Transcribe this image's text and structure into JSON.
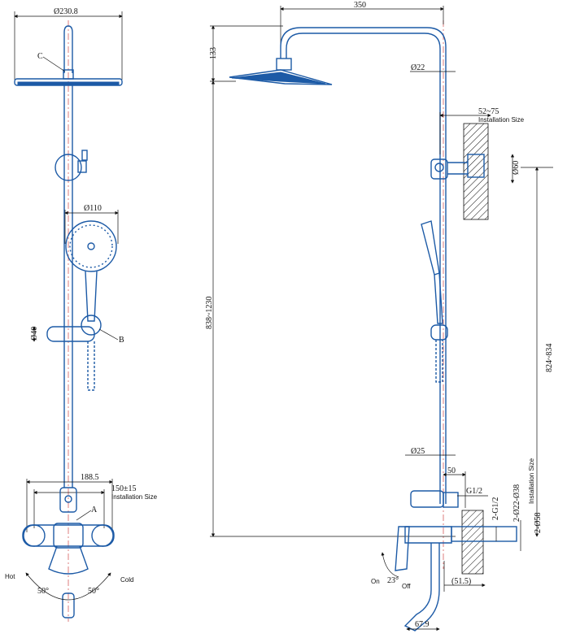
{
  "colors": {
    "outline": "#1c5aa6",
    "dimension": "#111111",
    "centerline": "#c62828"
  },
  "front_view": {
    "head_diameter": "Ø230.8",
    "label_c": "C",
    "hand_shower_diameter": "Ø110",
    "bracket_diameter": "Ø40",
    "label_b": "B",
    "width_188": "188.5",
    "centers": "150±15",
    "installation_size": "Installation Size",
    "label_a": "A",
    "hot": "Hot",
    "cold": "Cold",
    "angle_left": "50°",
    "angle_right": "50°"
  },
  "side_view": {
    "arm_length": "350",
    "head_drop": "133",
    "pipe_diameter": "Ø22",
    "wall_range": "52~75",
    "installation_size": "Installation Size",
    "wall_diameter": "Ø60",
    "overall_height": "838~1230",
    "mount_height": "824~834",
    "lower_pipe_diameter": "Ø25",
    "offset_50": "50",
    "thread_g": "G1/2",
    "thread_2g": "2-G1/2",
    "inlet_diameters": "2-Ø22-Ø38",
    "inlet_installation_size": "Installation Size",
    "inlet_58": "2-Ø58",
    "spout_offset": "(51.5)",
    "spout_length": "67.9",
    "on": "On",
    "off": "Off",
    "lever_angle": "23°"
  }
}
